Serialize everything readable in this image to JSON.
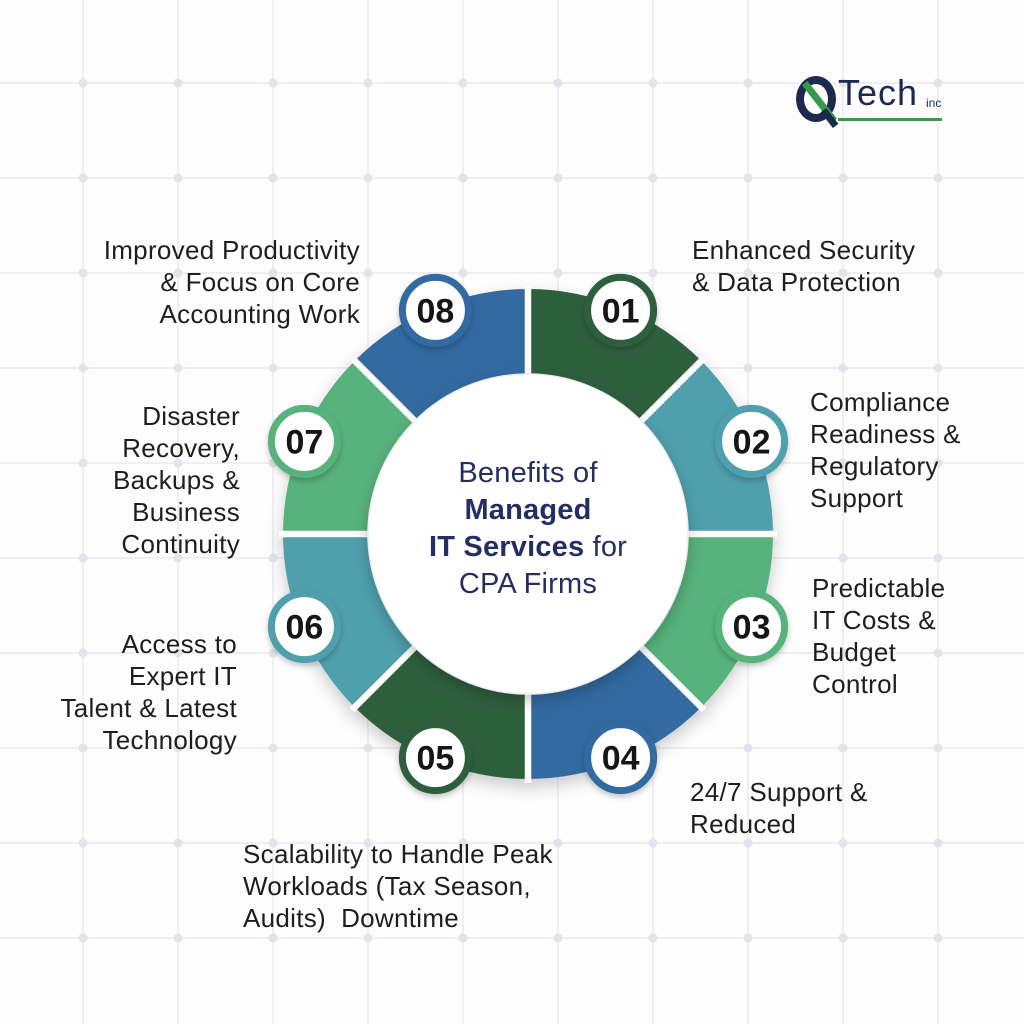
{
  "logo": {
    "text": "Tech",
    "suffix": "inc"
  },
  "colors": {
    "navy": "#1b2a4e",
    "logo_green": "#38994b",
    "title_navy": "#252e62",
    "label": "#1e1e1e",
    "badge_number": "#131313",
    "bg": "#fdfdfe",
    "grid_line": "#efeff3",
    "grid_dot": "#e3e3ea",
    "hub_fill": "#ffffff",
    "gap": "#fdfdfe"
  },
  "center": {
    "line1": "Benefits of",
    "line2": "Managed",
    "line3_bold": "IT Services",
    "line3_rest": " for",
    "line4": "CPA Firms"
  },
  "diagram": {
    "type": "circular-cycle-8-segments",
    "badge_text_color": "#131313",
    "items": [
      {
        "number": "01",
        "color": "#2d5f3c",
        "label": "Enhanced Security\n& Data Protection"
      },
      {
        "number": "02",
        "color": "#4f9fad",
        "label": "Compliance\nReadiness &\nRegulatory\nSupport"
      },
      {
        "number": "03",
        "color": "#58b27b",
        "label": "Predictable\nIT Costs &\nBudget\nControl"
      },
      {
        "number": "04",
        "color": "#316aa1",
        "label": "24/7 Support &\nReduced"
      },
      {
        "number": "05",
        "color": "#2d5f3c",
        "label": "Scalability to Handle Peak\nWorkloads (Tax Season,\nAudits)  Downtime"
      },
      {
        "number": "06",
        "color": "#4f9fad",
        "label": "Access to\nExpert IT\nTalent & Latest\nTechnology"
      },
      {
        "number": "07",
        "color": "#58b27b",
        "label": "Disaster\nRecovery,\nBackups &\nBusiness\nContinuity"
      },
      {
        "number": "08",
        "color": "#316aa1",
        "label": "Improved Productivity\n& Focus on Core\nAccounting Work"
      }
    ]
  }
}
